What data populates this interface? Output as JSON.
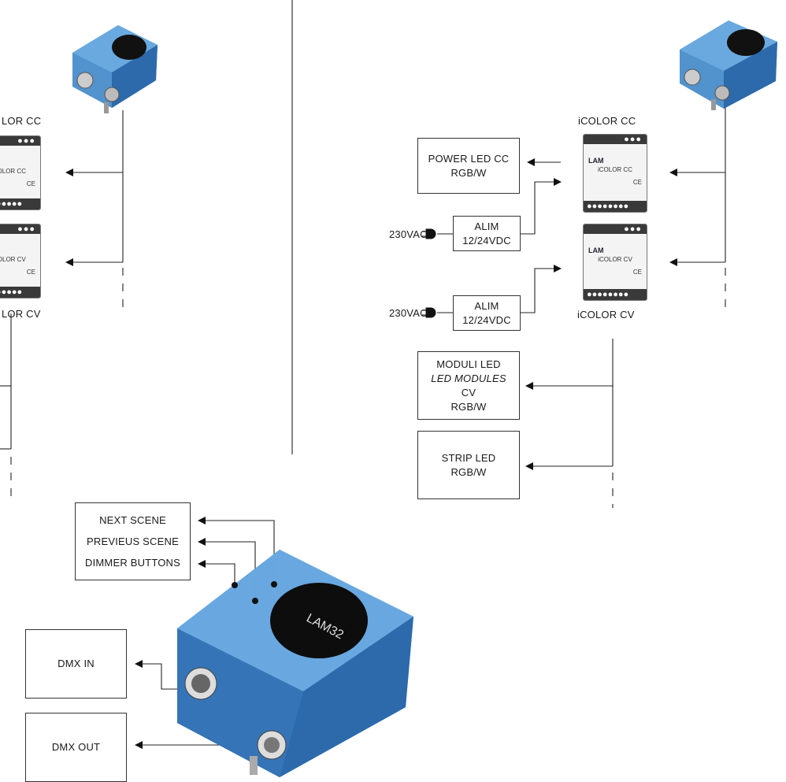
{
  "left_panel": {
    "cc_label": "LOR CC",
    "cv_label": "LOR CV"
  },
  "right_panel": {
    "cc_label": "iCOLOR CC",
    "cv_label": "iCOLOR CV",
    "power_led_box": {
      "line1": "POWER LED CC",
      "line2": "RGB/W"
    },
    "alim_top": {
      "input": "230VAC",
      "line1": "ALIM",
      "line2": "12/24VDC"
    },
    "alim_bottom": {
      "input": "230VAC",
      "line1": "ALIM",
      "line2": "12/24VDC"
    },
    "moduli_box": {
      "line1": "MODULI LED",
      "line2": "LED MODULES",
      "line3": "CV",
      "line4": "RGB/W"
    },
    "strip_box": {
      "line1": "STRIP LED",
      "line2": "RGB/W"
    }
  },
  "interface": {
    "buttons_box": {
      "next": "NEXT SCENE",
      "prev": "PREVIEUS SCENE",
      "dimmer": "DIMMER BUTTONS"
    },
    "dmx_in": "DMX IN",
    "dmx_out": "DMX OUT",
    "logo_text": "LAM32"
  },
  "driver_texts": {
    "brand": "LAM",
    "cc_name": "iCOLOR CC",
    "cv_name": "iCOLOR CV",
    "ce": "CE",
    "dots": "●●●",
    "bottom_dots": "●●●●●●●●"
  },
  "colors": {
    "device_blue": "#3f86c8",
    "device_dark": "#1c4f86",
    "line": "#222222"
  }
}
